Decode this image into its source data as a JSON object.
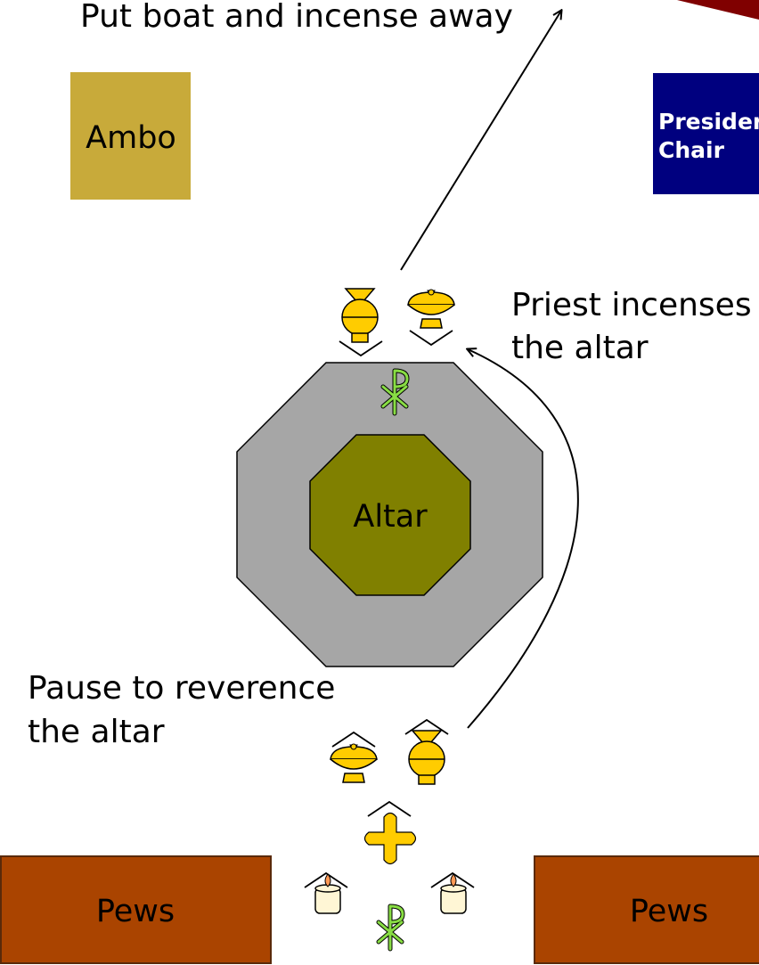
{
  "labels": {
    "put_away": "Put boat and incense away",
    "priest_incenses_line1": "Priest incenses",
    "priest_incenses_line2": "the altar",
    "pause_line1": "Pause to reverence",
    "pause_line2": "the altar",
    "ambo": "Ambo",
    "presiders_chair_line1": "Presider's",
    "presiders_chair_line2": "Chair",
    "altar": "Altar",
    "pews_left": "Pews",
    "pews_right": "Pews"
  },
  "colors": {
    "ambo": "#c8aa3a",
    "presiders_chair": "#00007f",
    "altar_platform": "#a6a6a6",
    "altar": "#808000",
    "pews": "#aa4400",
    "pews_border": "#5a2a0a",
    "vessel_gold": "#ffcc00",
    "chi_rho_green": "#88dd44",
    "candle": "#fff6d5",
    "flame": "#ff9955",
    "top_corner": "#800000"
  },
  "icons": {
    "boat": "incense-boat-icon",
    "thurible": "thurible-icon",
    "cross": "processional-cross-icon",
    "candle": "candle-icon",
    "chi_rho": "chi-rho-icon"
  }
}
